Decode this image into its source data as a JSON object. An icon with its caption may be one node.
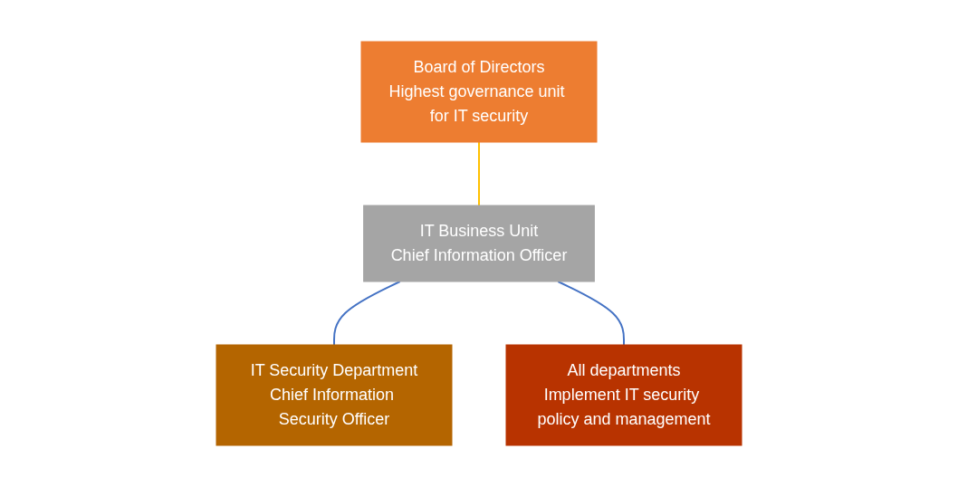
{
  "diagram": {
    "nodes": [
      {
        "text": [
          "Board of Directors",
          "Highest governance unit for IT security"
        ]
      },
      {
        "text": [
          "IT Business Unit",
          "Chief Information Officer"
        ]
      },
      {
        "text": [
          "IT Security Department",
          "Chief Information Security Officer"
        ]
      },
      {
        "text": [
          "All departments",
          "Implement IT security policy and management"
        ]
      }
    ],
    "edges": [
      {
        "from": 0,
        "to": 1,
        "arrow": "none",
        "color": "#ffc000"
      },
      {
        "from": 1,
        "to": 2,
        "arrow": "none"
      },
      {
        "from": 1,
        "to": 3,
        "arrow": "none"
      }
    ]
  }
}
